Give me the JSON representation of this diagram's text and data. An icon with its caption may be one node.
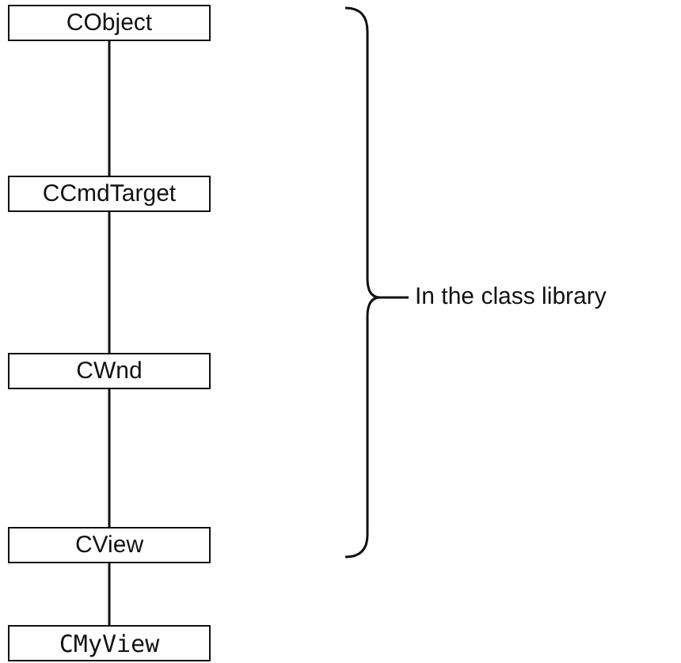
{
  "diagram": {
    "nodes": [
      {
        "text": [
          "CObject"
        ]
      },
      {
        "text": [
          "CCmdTarget"
        ]
      },
      {
        "text": [
          "CWnd"
        ]
      },
      {
        "text": [
          "CView"
        ]
      },
      {
        "text": [
          "CMyView"
        ]
      }
    ],
    "edges": [
      {
        "from": 0,
        "to": 1,
        "arrow": "none"
      },
      {
        "from": 1,
        "to": 2,
        "arrow": "none"
      },
      {
        "from": 2,
        "to": 3,
        "arrow": "none"
      },
      {
        "from": 3,
        "to": 4,
        "arrow": "none"
      }
    ],
    "labels": [
      "In the class library"
    ]
  }
}
